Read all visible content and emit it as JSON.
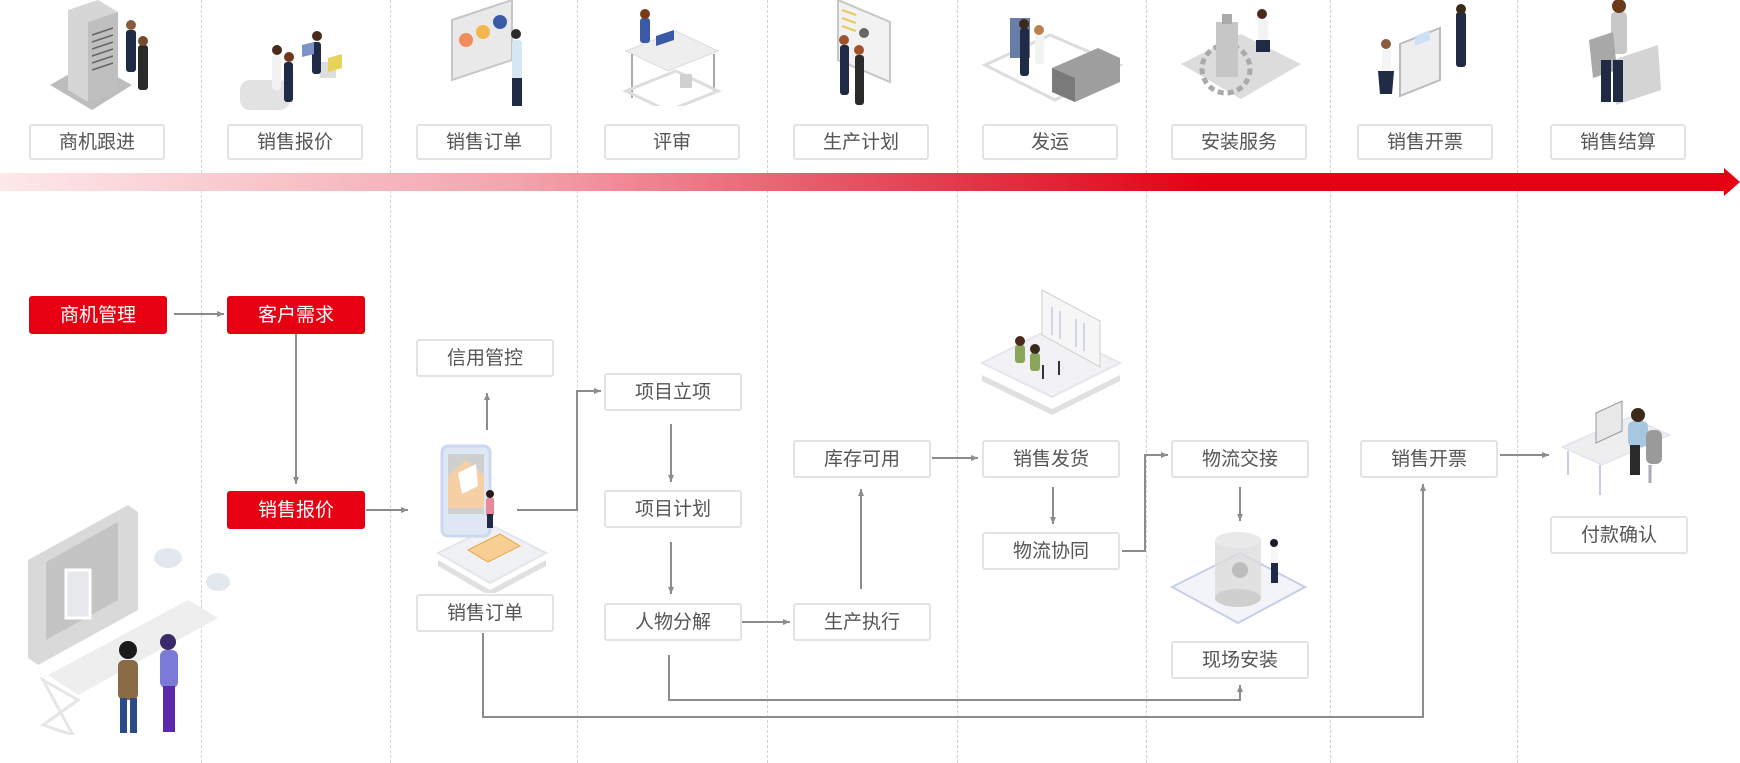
{
  "colors": {
    "accent": "#e60012",
    "node_border": "#e3e3e3",
    "node_text": "#555555",
    "connector": "#8c8c8c",
    "divider": "#d2d2d2"
  },
  "stages": [
    {
      "label": "商机跟进",
      "icon": "server-meeting-illustration"
    },
    {
      "label": "销售报价",
      "icon": "team-laptop-illustration"
    },
    {
      "label": "销售订单",
      "icon": "presentation-board-illustration"
    },
    {
      "label": "评审",
      "icon": "desk-review-illustration"
    },
    {
      "label": "生产计划",
      "icon": "planning-board-illustration"
    },
    {
      "label": "发运",
      "icon": "delivery-truck-illustration"
    },
    {
      "label": "安装服务",
      "icon": "gear-installation-illustration"
    },
    {
      "label": "销售开票",
      "icon": "invoice-window-illustration"
    },
    {
      "label": "销售结算",
      "icon": "laptop-settlement-illustration"
    }
  ],
  "flow": {
    "nodes": {
      "opportunity_mgmt": {
        "label": "商机管理",
        "highlight": true
      },
      "customer_demand": {
        "label": "客户需求",
        "highlight": true
      },
      "sales_quote": {
        "label": "销售报价",
        "highlight": true
      },
      "credit_control": {
        "label": "信用管控",
        "highlight": false
      },
      "sales_order": {
        "label": "销售订单",
        "highlight": false
      },
      "project_setup": {
        "label": "项目立项",
        "highlight": false
      },
      "project_plan": {
        "label": "项目计划",
        "highlight": false
      },
      "task_breakdown": {
        "label": "人物分解",
        "highlight": false
      },
      "inventory_available": {
        "label": "库存可用",
        "highlight": false
      },
      "production_exec": {
        "label": "生产执行",
        "highlight": false
      },
      "sales_shipment": {
        "label": "销售发货",
        "highlight": false
      },
      "logistics_coord": {
        "label": "物流协同",
        "highlight": false
      },
      "logistics_handover": {
        "label": "物流交接",
        "highlight": false
      },
      "onsite_install": {
        "label": "现场安装",
        "highlight": false
      },
      "sales_invoice": {
        "label": "销售开票",
        "highlight": false
      },
      "payment_confirm": {
        "label": "付款确认",
        "highlight": false
      }
    },
    "edges": [
      [
        "opportunity_mgmt",
        "customer_demand"
      ],
      [
        "customer_demand",
        "sales_quote"
      ],
      [
        "sales_quote",
        "sales_order"
      ],
      [
        "sales_order",
        "credit_control"
      ],
      [
        "sales_order",
        "project_setup"
      ],
      [
        "project_setup",
        "project_plan"
      ],
      [
        "project_plan",
        "task_breakdown"
      ],
      [
        "task_breakdown",
        "production_exec"
      ],
      [
        "production_exec",
        "inventory_available"
      ],
      [
        "inventory_available",
        "sales_shipment"
      ],
      [
        "sales_shipment",
        "logistics_coord"
      ],
      [
        "logistics_coord",
        "logistics_handover"
      ],
      [
        "logistics_handover",
        "onsite_install"
      ],
      [
        "task_breakdown",
        "onsite_install"
      ],
      [
        "sales_order",
        "sales_invoice"
      ],
      [
        "sales_invoice",
        "payment_confirm"
      ]
    ]
  },
  "illustrations": {
    "left_hero": "people-at-screen-illustration",
    "sales_order": "tablet-envelope-illustration",
    "sales_shipment": "meeting-platform-illustration",
    "onsite_install": "cylinder-installation-illustration",
    "payment_confirm": "desk-worker-illustration"
  }
}
